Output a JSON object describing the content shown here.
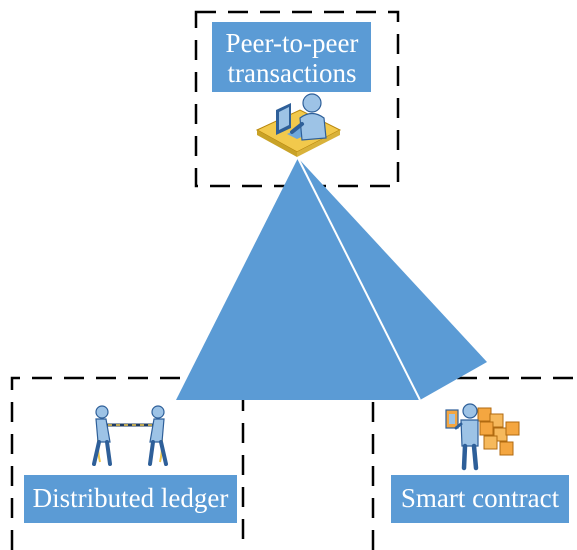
{
  "nodes": {
    "top": {
      "label_line1": "Peer-to-peer",
      "label_line2": "transactions",
      "icon": "person-at-computer-icon"
    },
    "left": {
      "label": "Distributed ledger",
      "icon": "tug-of-war-icon"
    },
    "right": {
      "label": "Smart contract",
      "icon": "person-with-boxes-icon"
    }
  },
  "colors": {
    "label_fill": "#5b9bd5",
    "pyramid_left_face": "#5b9bd5",
    "pyramid_right_face": "#5b9bd5",
    "pyramid_edge": "#ffffff",
    "dashed_border": "#000000",
    "icon_skin": "#9dc3e6",
    "icon_dark": "#2e5f99",
    "desk": "#f2c94c",
    "box_orange": "#f4a640"
  }
}
